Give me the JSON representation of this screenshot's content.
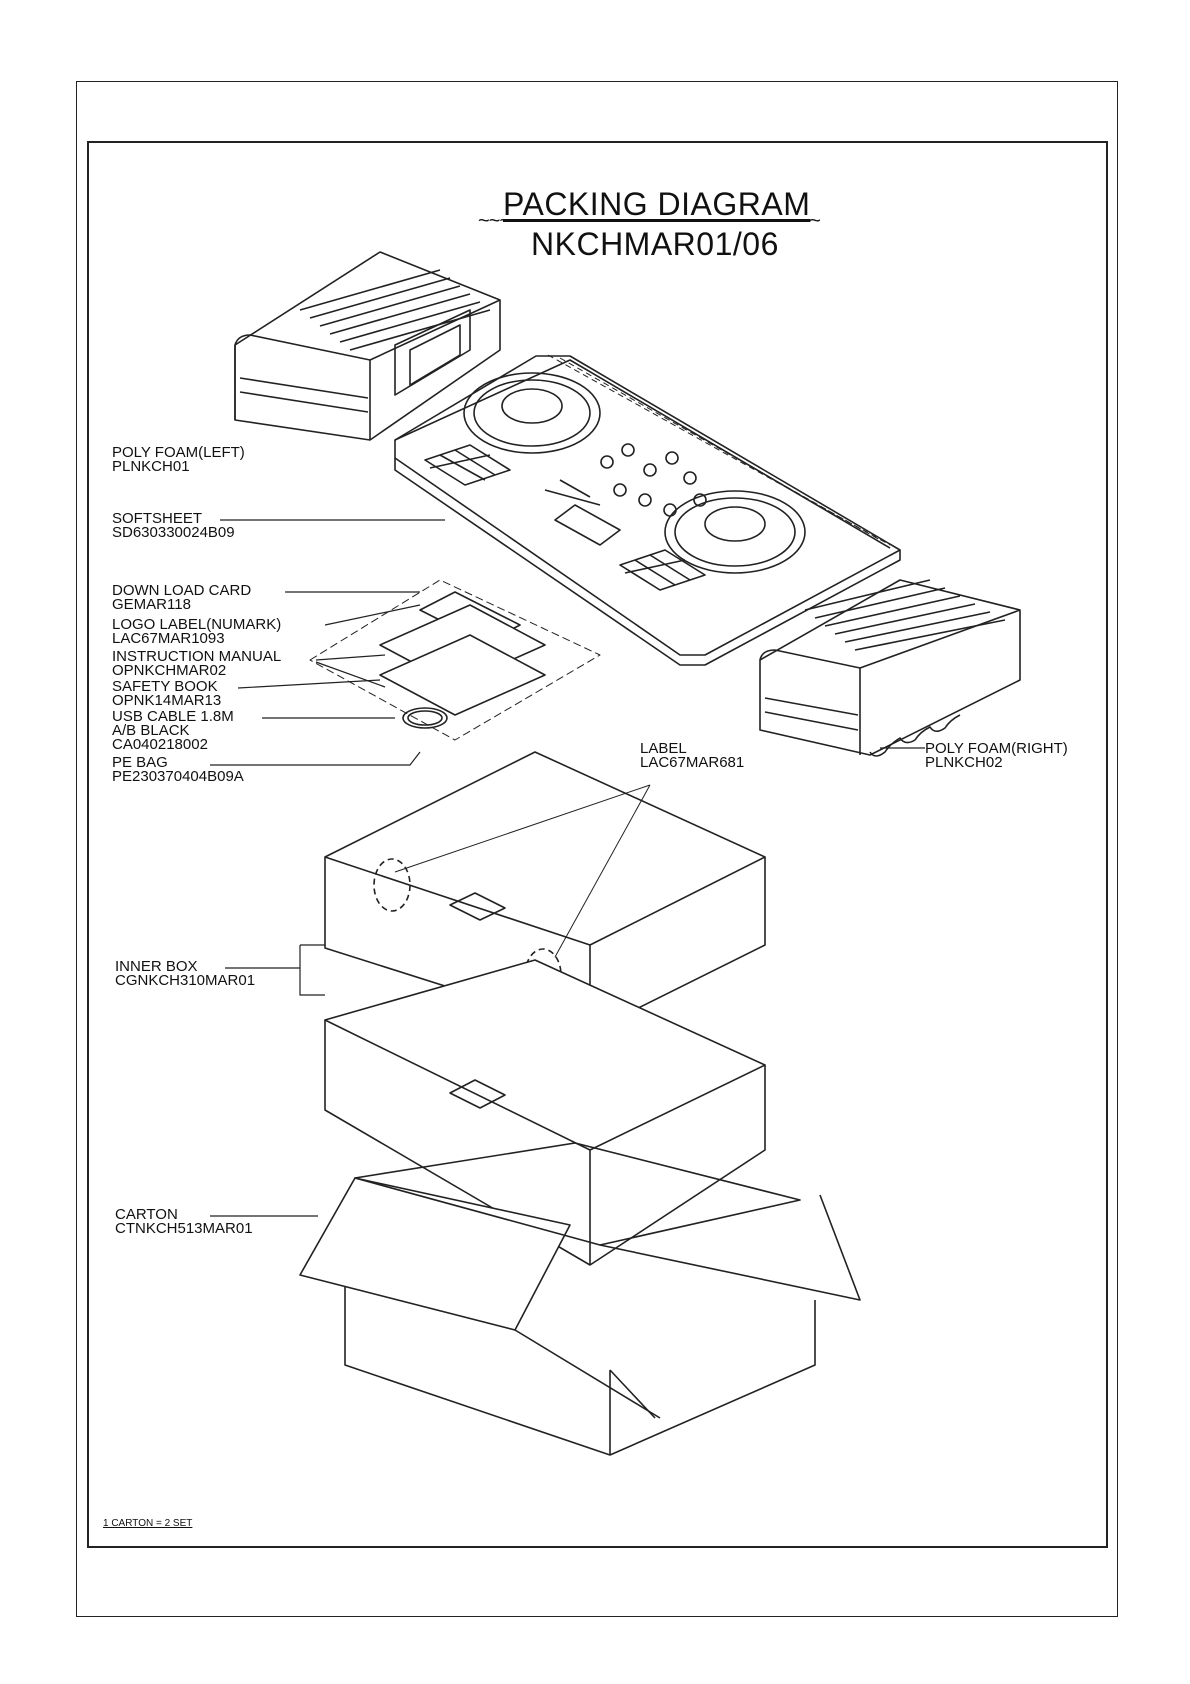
{
  "title": "PACKING DIAGRAM",
  "title_decoration": "~~~~~~~~~~~~~~~~~~~~~~~~~~~~~~~~",
  "model": "NKCHMAR01/06",
  "parts": {
    "poly_foam_left": {
      "name": "POLY FOAM(LEFT)",
      "code": "PLNKCH01"
    },
    "softsheet": {
      "name": "SOFTSHEET",
      "code": "SD630330024B09"
    },
    "download_card": {
      "name": "DOWN LOAD CARD",
      "code": "GEMAR118"
    },
    "logo_label": {
      "name": "LOGO LABEL(NUMARK)",
      "code": "LAC67MAR1093"
    },
    "instruction_manual": {
      "name": "INSTRUCTION MANUAL",
      "code": "OPNKCHMAR02"
    },
    "safety_book": {
      "name": "SAFETY BOOK",
      "code": "OPNK14MAR13"
    },
    "usb_cable": {
      "name": "USB CABLE 1.8M",
      "name2": "A/B BLACK",
      "code": "CA040218002"
    },
    "pe_bag": {
      "name": "PE BAG",
      "code": "PE230370404B09A"
    },
    "label": {
      "name": "LABEL",
      "code": "LAC67MAR681"
    },
    "poly_foam_right": {
      "name": "POLY FOAM(RIGHT)",
      "code": "PLNKCH02"
    },
    "inner_box": {
      "name": "INNER BOX",
      "code": "CGNKCH310MAR01"
    },
    "carton": {
      "name": "CARTON",
      "code": "CTNKCH513MAR01"
    }
  },
  "footnote": "1 CARTON = 2 SET"
}
